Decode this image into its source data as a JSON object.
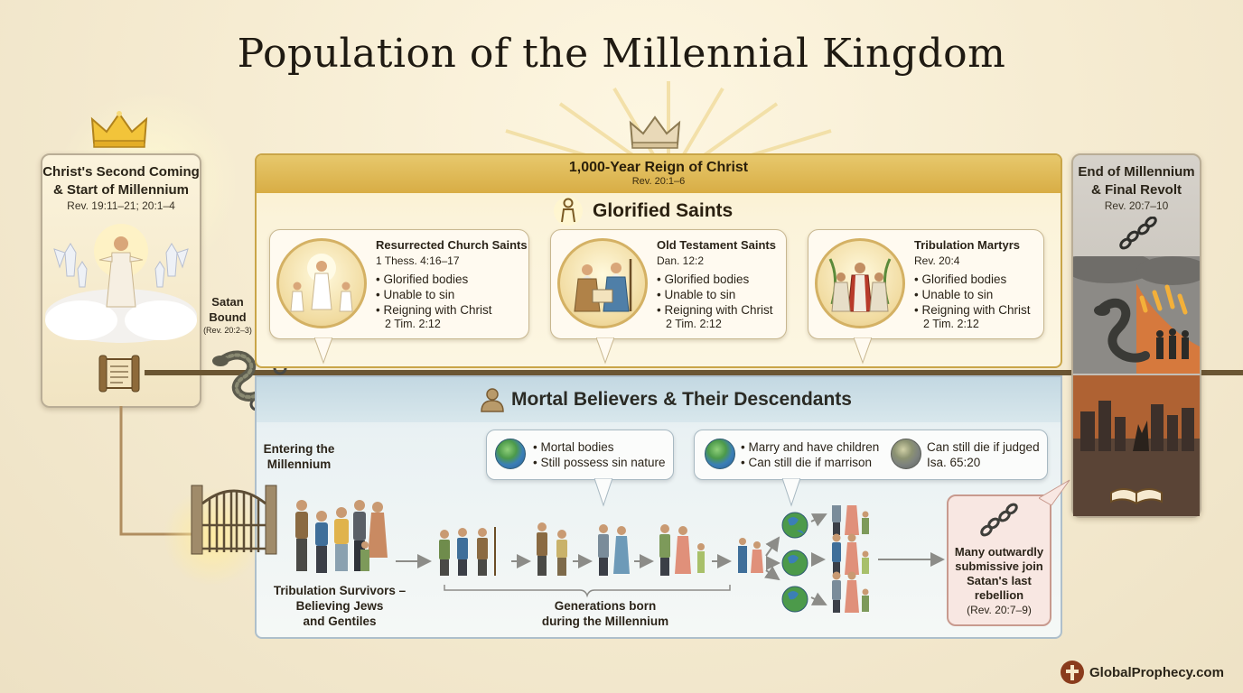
{
  "title": "Population of the Millennial Kingdom",
  "second_coming": {
    "title_line1": "Christ's Second Coming",
    "title_line2": "& Start of Millennium",
    "ref": "Rev. 19:11–21; 20:1–4"
  },
  "satan_bound": {
    "line1": "Satan",
    "line2": "Bound",
    "ref": "(Rev. 20:2–3)"
  },
  "reign": {
    "title": "1,000-Year Reign of Christ",
    "ref": "Rev. 20:1–6"
  },
  "glorified_saints": {
    "title": "Glorified Saints",
    "cards": [
      {
        "name": "Resurrected Church Saints",
        "ref": "1 Thess. 4:16–17",
        "items": [
          "Glorified bodies",
          "Unable to sin",
          "Reigning with Christ"
        ],
        "sub_ref": "2 Tim. 2:12"
      },
      {
        "name": "Old Testament Saints",
        "ref": "Dan. 12:2",
        "items": [
          "Glorified bodies",
          "Unable to sin",
          "Reigning with Christ"
        ],
        "sub_ref": "2 Tim. 2:12"
      },
      {
        "name": "Tribulation Martyrs",
        "ref": "Rev. 20:4",
        "items": [
          "Glorified bodies",
          "Unable to sin",
          "Reigning with Christ"
        ],
        "sub_ref": "2 Tim. 2:12"
      }
    ]
  },
  "mortals": {
    "title": "Mortal Believers & Their Descendants",
    "entering_line1": "Entering the",
    "entering_line2": "Millennium",
    "bubble1": [
      "Mortal bodies",
      "Still possess sin nature"
    ],
    "bubble2": [
      "Marry and have children",
      "Can still die if marrison"
    ],
    "bubble2_extra": [
      "Can still die if judged",
      "Isa. 65:20"
    ],
    "survivors_line1": "Tribulation Survivors –",
    "survivors_line2": "Believing Jews",
    "survivors_line3": "and Gentiles",
    "generations_line1": "Generations born",
    "generations_line2": "during the Millennium"
  },
  "final_revolt": {
    "title_line1": "End of Millennium",
    "title_line2": "& Final Revolt",
    "ref": "Rev. 20:7–10"
  },
  "rebellion": {
    "line1": "Many outwardly",
    "line2": "submissive join",
    "line3": "Satan's last",
    "line4": "rebellion",
    "ref": "(Rev. 20:7–9)"
  },
  "brand": "GlobalProphecy.com",
  "icons": [
    "crown-icon",
    "scroll-icon",
    "serpent-chain-icon",
    "person-icon",
    "globe-icon",
    "gate-icon",
    "broken-chain-icon",
    "book-icon"
  ],
  "colors": {
    "gold_band": "#d8ad45",
    "mortal_band": "#c3d8e2",
    "timeline": "#6b5633",
    "rebellion_box": "#f8e7e2"
  }
}
